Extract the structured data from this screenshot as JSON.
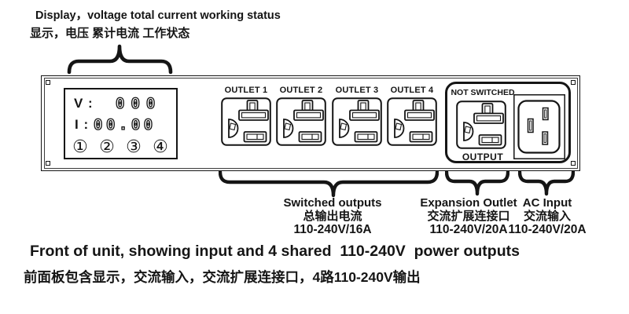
{
  "colors": {
    "ink": "#151515",
    "background": "#ffffff"
  },
  "top_note": {
    "en": "Display，voltage total current working status",
    "zh": "显示，电压 累计电流 工作状态"
  },
  "display": {
    "voltage_label": "V :",
    "voltage_value": "000",
    "current_label": "I :",
    "current_value": "00.00",
    "channel_indicators": [
      "①",
      "②",
      "③",
      "④"
    ]
  },
  "outlets": {
    "labels": [
      "OUTLET 1",
      "OUTLET 2",
      "OUTLET 3",
      "OUTLET 4"
    ]
  },
  "expansion_outlet": {
    "top_label": "NOT SWITCHED",
    "bottom_label": "OUTPUT"
  },
  "callouts": {
    "switched": {
      "title": "Switched outputs",
      "subtitle_zh": "总输出电流",
      "rating": "110-240V/16A"
    },
    "expansion": {
      "title": "Expansion Outlet",
      "subtitle_zh": "交流扩展连接口",
      "rating": "110-240V/20A"
    },
    "ac_input": {
      "title": "AC Input",
      "subtitle_zh": "交流输入",
      "rating": "110-240V/20A"
    }
  },
  "caption": {
    "en": "Front of unit, showing input and 4 shared  110-240V  power outputs",
    "zh": "前面板包含显示，交流输入，交流扩展连接口，4路110-240V输出"
  }
}
